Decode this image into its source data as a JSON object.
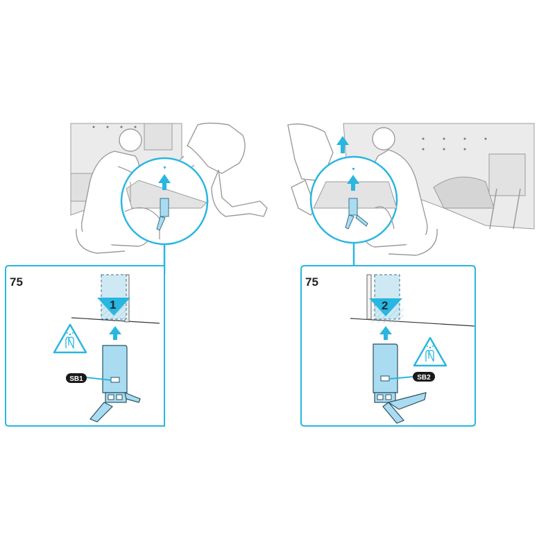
{
  "colors": {
    "accent": "#29b6e0",
    "part_fill": "#a9dcf0",
    "part_stroke": "#3a6f8a",
    "scene_gray": "#e9e9e9",
    "line_gray": "#9b9b9b",
    "badge": "#1a1a1a"
  },
  "panels": [
    {
      "size_label": "75",
      "step_number": "1",
      "part_label": "SB1",
      "icons": [
        "caution-pinch-hand-icon",
        "up-arrow-icon",
        "down-arrow-icon"
      ]
    },
    {
      "size_label": "75",
      "step_number": "2",
      "part_label": "SB2",
      "icons": [
        "caution-pinch-hand-icon",
        "up-arrow-icon",
        "down-arrow-icon"
      ]
    }
  ]
}
